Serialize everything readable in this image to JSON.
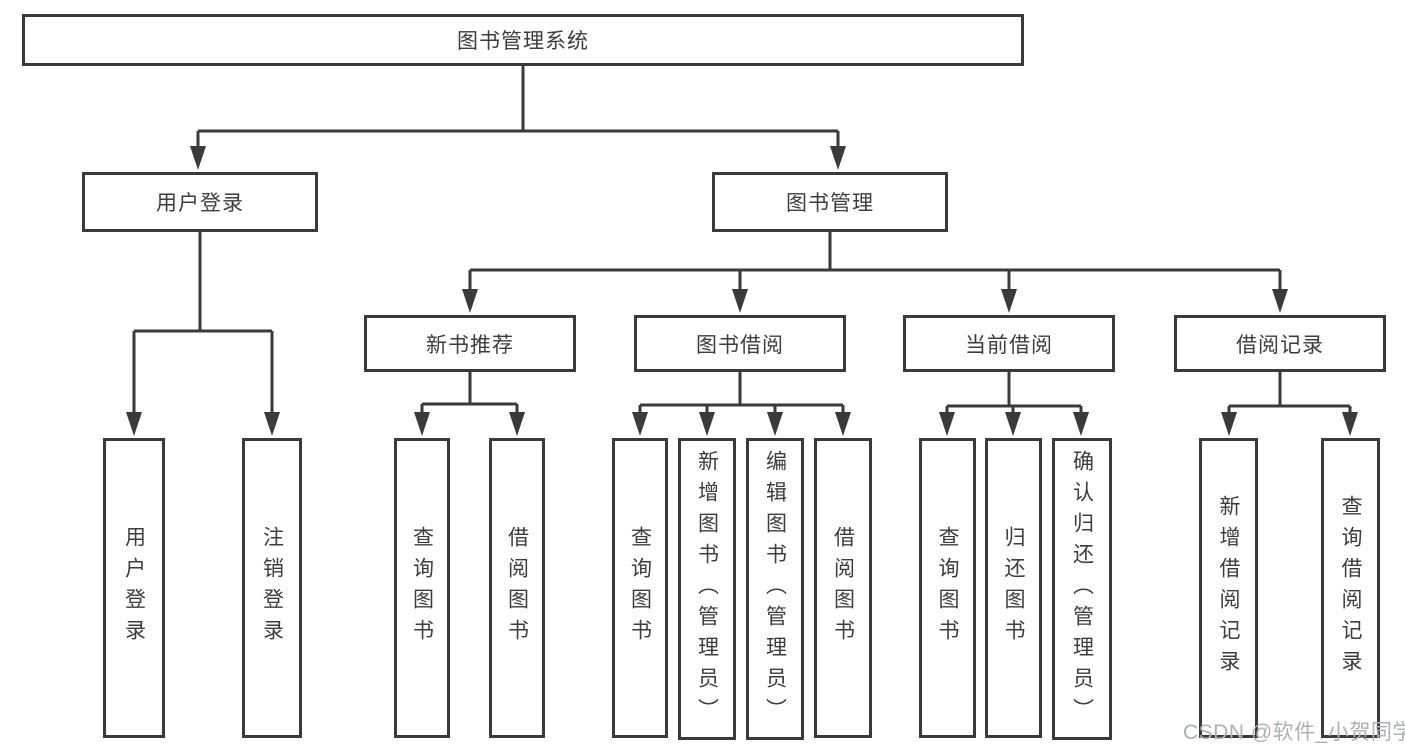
{
  "tree": {
    "root": {
      "label": "图书管理系统",
      "children": [
        {
          "label": "用户登录",
          "children": [
            {
              "label": "用户登录"
            },
            {
              "label": "注销登录"
            }
          ]
        },
        {
          "label": "图书管理",
          "children": [
            {
              "label": "新书推荐",
              "children": [
                {
                  "label": "查询图书"
                },
                {
                  "label": "借阅图书"
                }
              ]
            },
            {
              "label": "图书借阅",
              "children": [
                {
                  "label": "查询图书"
                },
                {
                  "label": "新增图书（管理员）"
                },
                {
                  "label": "编辑图书（管理员）"
                },
                {
                  "label": "借阅图书"
                }
              ]
            },
            {
              "label": "当前借阅",
              "children": [
                {
                  "label": "查询图书"
                },
                {
                  "label": "归还图书"
                },
                {
                  "label": "确认归还（管理员）"
                }
              ]
            },
            {
              "label": "借阅记录",
              "children": [
                {
                  "label": "新增借阅记录"
                },
                {
                  "label": "查询借阅记录"
                }
              ]
            }
          ]
        }
      ]
    }
  },
  "colors": {
    "line": "#3a3a3a",
    "text": "#3d3d3d",
    "watermark": "#acb1b7"
  },
  "watermark": {
    "text": "CSDN @软件_小贺同学"
  }
}
